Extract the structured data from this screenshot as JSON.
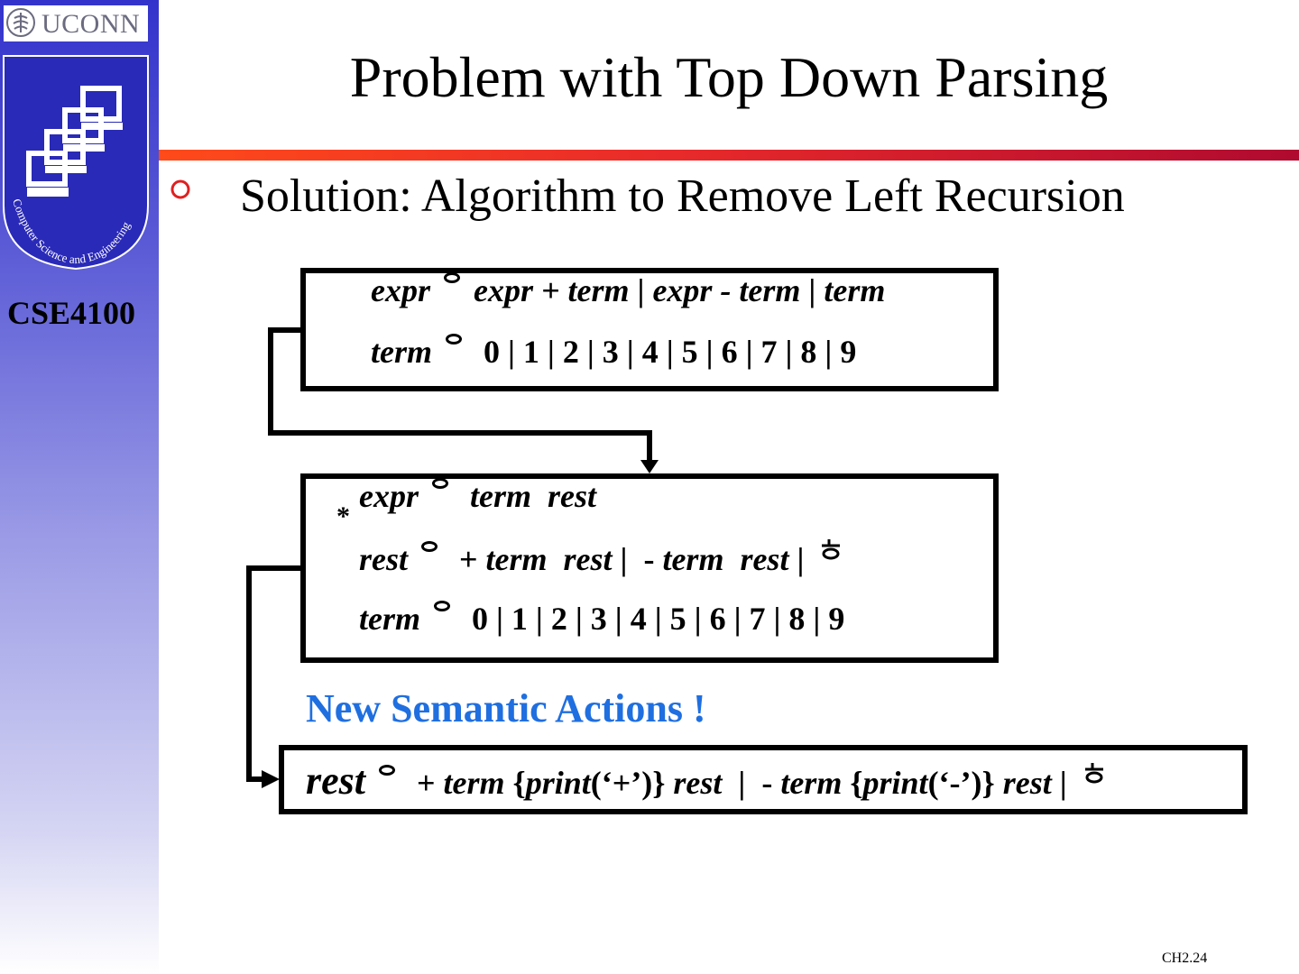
{
  "sidebar": {
    "university_logo_text": "UCONN",
    "dept_logo_text": "Computer Science and Engineering",
    "course": "CSE4100"
  },
  "slide": {
    "title": "Problem with Top Down Parsing",
    "bullet": "Solution: Algorithm to Remove Left Recursion",
    "box1": {
      "line1": {
        "lhs": "expr",
        "alt1": "expr + term",
        "sep1": " | ",
        "alt2": "expr - term",
        "sep2": " | ",
        "alt3": "term"
      },
      "line2": {
        "lhs": "term",
        "rhs": "0 | 1 | 2 | 3 | 4 | 5 | 6 | 7 | 8 | 9"
      }
    },
    "box2": {
      "marker": "*",
      "line1": {
        "lhs": "expr",
        "rhs": "term  rest"
      },
      "line2": {
        "lhs": "rest",
        "plus": "+ ",
        "alt1": "term  rest",
        "sep": " | ",
        "minus": " - ",
        "alt2": "term  rest",
        "bar": " | "
      },
      "line3": {
        "lhs": "term",
        "rhs": "0 | 1 | 2 | 3 | 4 | 5 | 6 | 7 | 8 | 9"
      }
    },
    "semantic_heading": "New Semantic Actions !",
    "box3": {
      "lhs": "rest",
      "plus": "+ ",
      "term1": "term",
      "action1_open": " {",
      "action1_fn": "print",
      "action1_arg": "(‘+’)} ",
      "rest1": "rest",
      "sep": "  |  - ",
      "term2": "term",
      "action2_open": " {",
      "action2_fn": "print",
      "action2_arg": "(‘-’)} ",
      "rest2": "rest",
      "bar": " | "
    },
    "slide_number": "CH2.24"
  },
  "icons": {
    "arrow_symbol": "derives-symbol",
    "epsilon_symbol": "epsilon-symbol",
    "bullet": "hollow-circle-bullet"
  },
  "colors": {
    "sidebar_top": "#3333cc",
    "title_bar_start": "#ff4a1a",
    "title_bar_end": "#b00a30",
    "semantic_heading": "#1f6fe0"
  }
}
